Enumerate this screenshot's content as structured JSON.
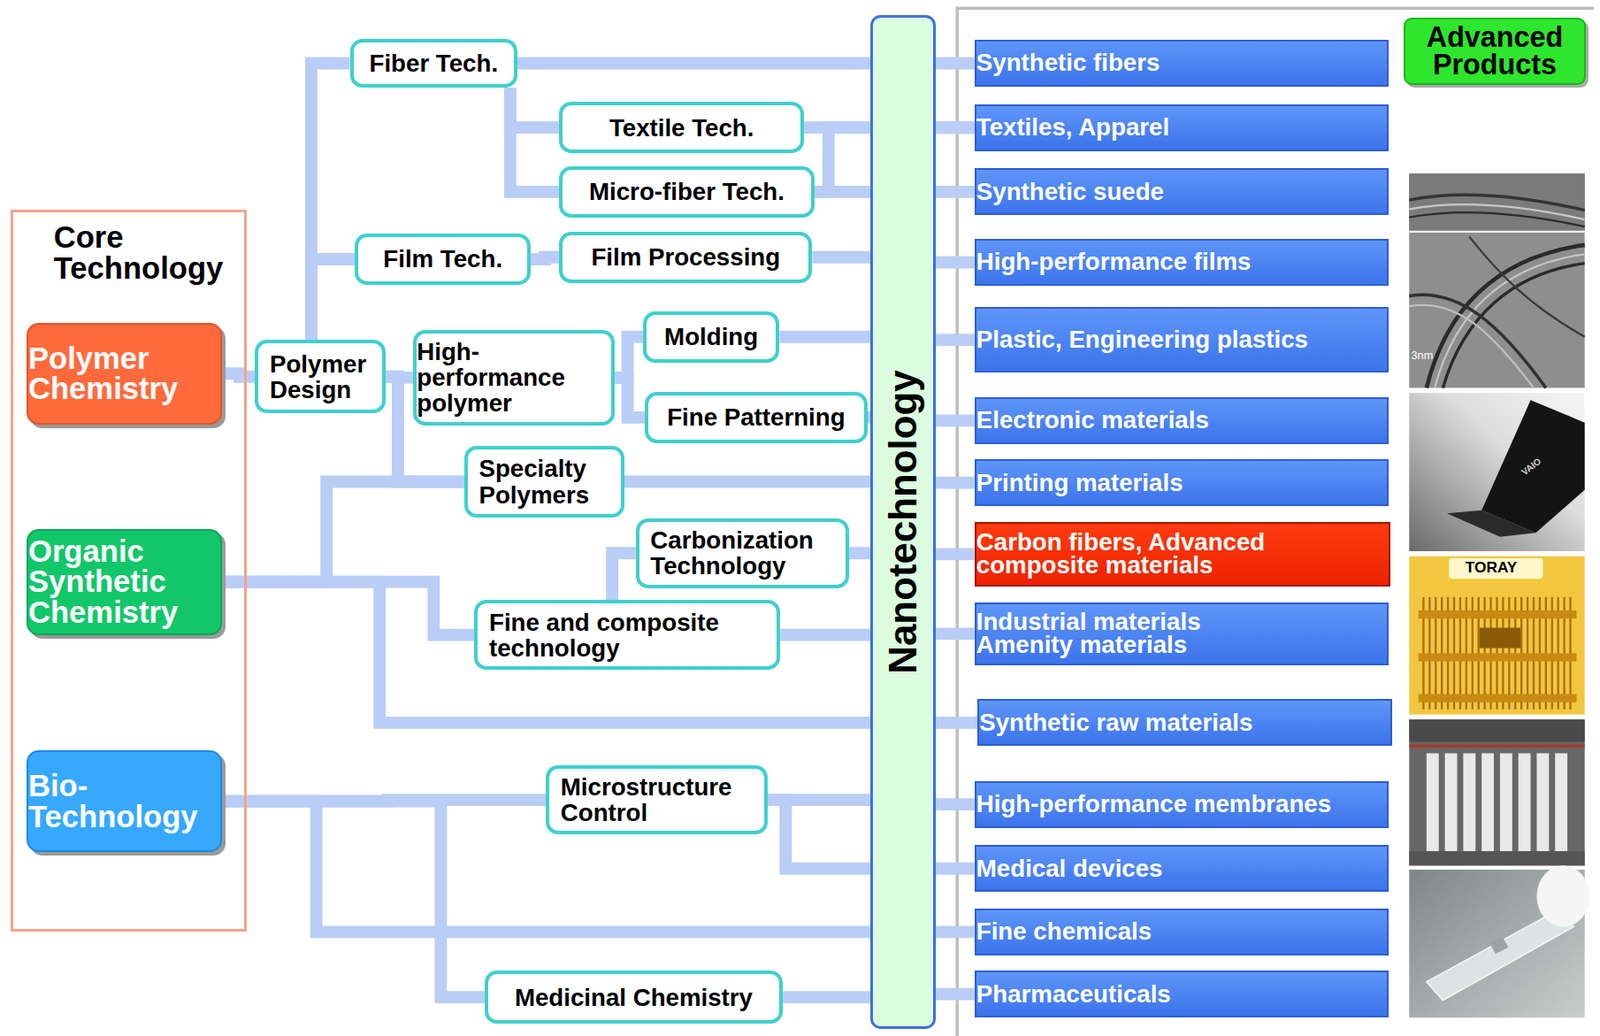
{
  "diagram": {
    "nodes": [
      {
        "text": [
          "Core Technology"
        ]
      },
      {
        "text": [
          "Polymer Chemistry"
        ],
        "in": 0
      },
      {
        "text": [
          "Organic Synthetic Chemistry"
        ],
        "in": 0
      },
      {
        "text": [
          "Bio-Technology"
        ],
        "in": 0
      },
      {
        "text": [
          "Polymer Design"
        ]
      },
      {
        "text": [
          "Fiber Tech."
        ]
      },
      {
        "text": [
          "Textile Tech."
        ]
      },
      {
        "text": [
          "Micro-fiber Tech."
        ]
      },
      {
        "text": [
          "Film Tech."
        ]
      },
      {
        "text": [
          "Film Processing"
        ]
      },
      {
        "text": [
          "High-performance polymer"
        ]
      },
      {
        "text": [
          "Molding"
        ]
      },
      {
        "text": [
          "Fine Patterning"
        ]
      },
      {
        "text": [
          "Specialty Polymers"
        ]
      },
      {
        "text": [
          "Carbonization Technology"
        ]
      },
      {
        "text": [
          "Fine and composite technology"
        ]
      },
      {
        "text": [
          "Microstructure Control"
        ]
      },
      {
        "text": [
          "Medicinal Chemistry"
        ]
      },
      {
        "text": [
          "Nanotechnology"
        ]
      },
      {
        "text": [
          "Advanced Products"
        ]
      },
      {
        "text": [
          "Synthetic fibers"
        ]
      },
      {
        "text": [
          "Textiles, Apparel"
        ]
      },
      {
        "text": [
          "Synthetic suede"
        ]
      },
      {
        "text": [
          "High-performance films"
        ]
      },
      {
        "text": [
          "Plastic, Engineering plastics"
        ]
      },
      {
        "text": [
          "Electronic materials"
        ]
      },
      {
        "text": [
          "Printing materials"
        ]
      },
      {
        "text": [
          "Carbon fibers, Advanced composite materials"
        ]
      },
      {
        "text": [
          "Industrial materials Amenity materials"
        ]
      },
      {
        "text": [
          "Synthetic raw materials"
        ]
      },
      {
        "text": [
          "High-performance membranes"
        ]
      },
      {
        "text": [
          "Medical devices"
        ]
      },
      {
        "text": [
          "Fine chemicals"
        ]
      },
      {
        "text": [
          "Pharmaceuticals"
        ]
      }
    ],
    "edges": [
      {
        "from": 1,
        "to": 4,
        "arrow": "none"
      },
      {
        "from": 4,
        "to": 5,
        "arrow": "none"
      },
      {
        "from": 4,
        "to": 8,
        "arrow": "none"
      },
      {
        "from": 4,
        "to": 10,
        "arrow": "none"
      },
      {
        "from": 4,
        "to": 13,
        "arrow": "none"
      },
      {
        "from": 5,
        "to": 6,
        "arrow": "none"
      },
      {
        "from": 5,
        "to": 7,
        "arrow": "none"
      },
      {
        "from": 8,
        "to": 9,
        "arrow": "none"
      },
      {
        "from": 10,
        "to": 11,
        "arrow": "none"
      },
      {
        "from": 10,
        "to": 12,
        "arrow": "none"
      },
      {
        "from": 5,
        "to": 20,
        "arrow": "none"
      },
      {
        "from": 6,
        "to": 21,
        "arrow": "none"
      },
      {
        "from": 7,
        "to": 22,
        "arrow": "none"
      },
      {
        "from": 7,
        "to": 21,
        "arrow": "none"
      },
      {
        "from": 9,
        "to": 23,
        "arrow": "none"
      },
      {
        "from": 11,
        "to": 24,
        "arrow": "none"
      },
      {
        "from": 12,
        "to": 25,
        "arrow": "none"
      },
      {
        "from": 13,
        "to": 26,
        "arrow": "none"
      },
      {
        "from": 2,
        "to": 13,
        "arrow": "none"
      },
      {
        "from": 2,
        "to": 15,
        "arrow": "none"
      },
      {
        "from": 2,
        "to": 29,
        "arrow": "none"
      },
      {
        "from": 15,
        "to": 14,
        "arrow": "none"
      },
      {
        "from": 14,
        "to": 27,
        "arrow": "none"
      },
      {
        "from": 15,
        "to": 28,
        "arrow": "none"
      },
      {
        "from": 3,
        "to": 16,
        "arrow": "none"
      },
      {
        "from": 16,
        "to": 30,
        "arrow": "none"
      },
      {
        "from": 16,
        "to": 31,
        "arrow": "none"
      },
      {
        "from": 3,
        "to": 32,
        "arrow": "none"
      },
      {
        "from": 3,
        "to": 17,
        "arrow": "none"
      },
      {
        "from": 17,
        "to": 33,
        "arrow": "none"
      }
    ],
    "labels": [
      "3nm",
      "VAIO",
      "TORAY"
    ]
  }
}
